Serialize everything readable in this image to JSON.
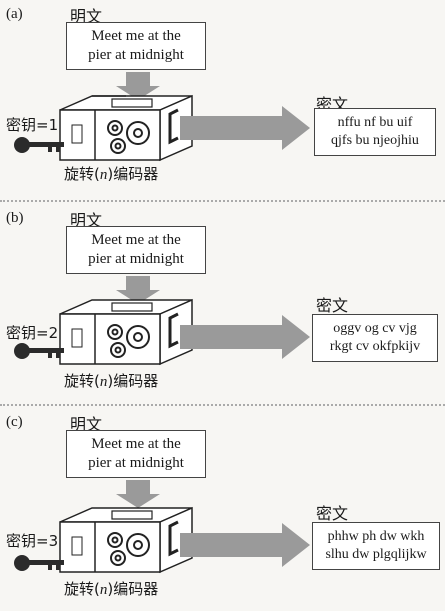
{
  "panels": [
    {
      "label": "(a)",
      "plaintext_label": "明文",
      "plaintext_lines": [
        "Meet me at the",
        "pier at midnight"
      ],
      "key_label": "密钥=1",
      "encoder_label_pre": "旋转(",
      "encoder_label_var": "n",
      "encoder_label_post": ")编码器",
      "ciphertext_label": "密文",
      "ciphertext_lines": [
        "nffu nf bu uif",
        "qjfs bu njeojhiu"
      ]
    },
    {
      "label": "(b)",
      "plaintext_label": "明文",
      "plaintext_lines": [
        "Meet me at the",
        "pier at midnight"
      ],
      "key_label": "密钥=2",
      "encoder_label_pre": "旋转(",
      "encoder_label_var": "n",
      "encoder_label_post": ")编码器",
      "ciphertext_label": "密文",
      "ciphertext_lines": [
        "oggv og cv vjg",
        "rkgt cv okfpkijv"
      ]
    },
    {
      "label": "(c)",
      "plaintext_label": "明文",
      "plaintext_lines": [
        "Meet me at the",
        "pier at midnight"
      ],
      "key_label": "密钥=3",
      "encoder_label_pre": "旋转(",
      "encoder_label_var": "n",
      "encoder_label_post": ")编码器",
      "ciphertext_label": "密文",
      "ciphertext_lines": [
        "phhw ph dw wkh",
        "slhu dw plgqlijkw"
      ]
    }
  ],
  "colors": {
    "arrow": "#9a9a9a",
    "arrow_dark": "#6e6e6e",
    "key": "#2b2b2b",
    "box_stroke": "#222222"
  }
}
